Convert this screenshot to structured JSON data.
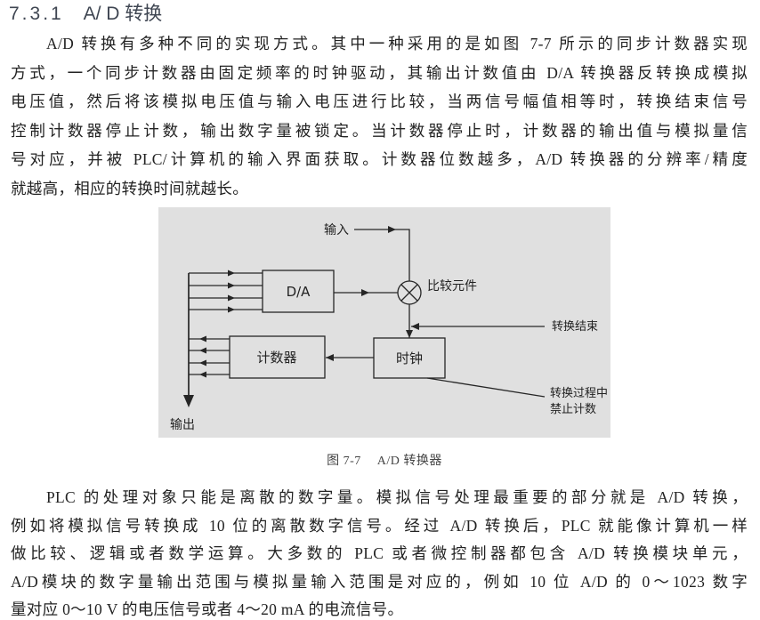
{
  "section_heading": {
    "number": "7.3.1",
    "title": "A/ D 转换"
  },
  "paragraph_1": {
    "lines": [
      "A/D 转换有多种不同的实现方式。其中一种采用的是如图 7-7 所示的同步计数器实现",
      "方式，一个同步计数器由固定频率的时钟驱动，其输出计数值由 D/A 转换器反转换成模拟",
      "电压值，然后将该模拟电压值与输入电压进行比较，当两信号幅值相等时，转换结束信号",
      "控制计数器停止计数，输出数字量被锁定。当计数器停止时，计数器的输出值与模拟量信",
      "号对应，并被 PLC/计算机的输入界面获取。计数器位数越多，A/D 转换器的分辨率/精度",
      "就越高，相应的转换时间就越长。"
    ]
  },
  "figure": {
    "number": "图 7-7",
    "title": "A/D 转换器",
    "labels": {
      "input": "输入",
      "comparator": "比较元件",
      "dac": "D/A",
      "conversion_end": "转换结束",
      "counter": "计数器",
      "clock": "时钟",
      "inhibit": [
        "转换过程中",
        "禁止计数"
      ],
      "output": "输出"
    }
  },
  "paragraph_2": {
    "lines": [
      "PLC 的处理对象只能是离散的数字量。模拟信号处理最重要的部分就是 A/D 转换，",
      "例如将模拟信号转换成 10 位的离散数字信号。经过 A/D 转换后，PLC 就能像计算机一样",
      "做比较、逻辑或者数学运算。大多数的 PLC 或者微控制器都包含 A/D 转换模块单元，",
      "A/D模块的数字量输出范围与模拟量输入范围是对应的，例如 10 位 A/D 的 0～1023 数字",
      "量对应 0～10 V 的电压信号或者 4～20 mA 的电流信号。"
    ]
  },
  "colors": {
    "text": "#222222",
    "heading": "#3f4652",
    "caption": "#444444",
    "figure_background": "#e0e0e0",
    "diagram_line": "#262626"
  }
}
